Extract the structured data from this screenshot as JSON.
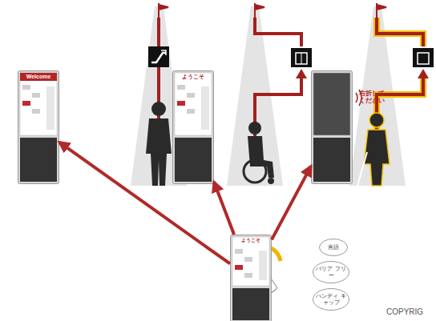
{
  "diagram": {
    "nodes": [
      {
        "text": [
          "Welcome"
        ]
      },
      {
        "text": [
          "ようこそ"
        ]
      },
      {
        "text": [
          "右折して ください"
        ]
      },
      {
        "text": [
          "ようこそ"
        ]
      },
      {
        "text": [
          "言語"
        ]
      },
      {
        "text": [
          "バリア フリー"
        ]
      },
      {
        "text": [
          "ハンディ キャップ"
        ]
      }
    ],
    "edges": [
      {
        "from": 3,
        "to": 0,
        "arrow": "to"
      },
      {
        "from": 3,
        "to": 1,
        "arrow": "to"
      },
      {
        "from": 3,
        "to": 2,
        "arrow": "to"
      }
    ],
    "labels": [
      "COPYRIG"
    ]
  }
}
